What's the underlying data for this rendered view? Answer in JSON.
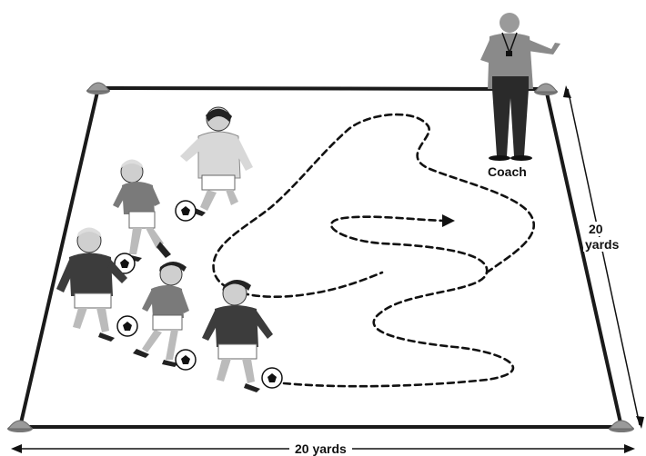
{
  "labels": {
    "coach": "Coach",
    "side_length_value": "20",
    "side_length_unit": "yards",
    "bottom_length": "20 yards"
  },
  "colors": {
    "field_line": "#1a1a1a",
    "cone": "#9a9a9a",
    "dark_shirt": "#3c3c3c",
    "medium_shirt": "#7a7a7a",
    "light_shirt": "#cfcfcf",
    "coach_shirt": "#8a8a8a",
    "coach_pants": "#2a2a2a"
  },
  "icons": {
    "cone": "cone-icon",
    "ball": "soccer-ball-icon",
    "player": "player-icon",
    "coach": "coach-icon"
  }
}
